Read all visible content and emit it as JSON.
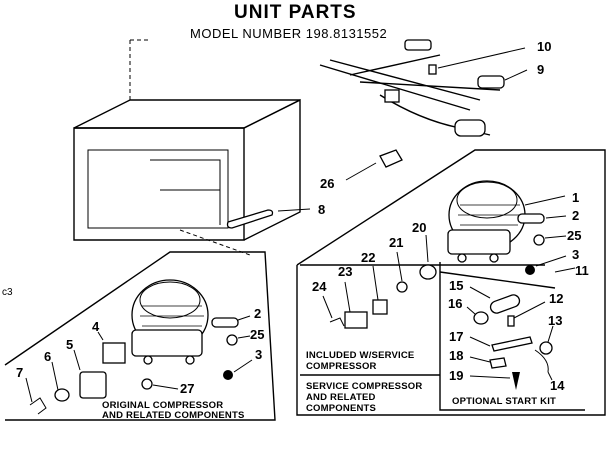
{
  "header": {
    "title": "UNIT PARTS",
    "model_line": "MODEL NUMBER 198.8131552"
  },
  "side_mark": "c3",
  "callouts": {
    "c10": "10",
    "c9": "9",
    "c26": "26",
    "c8": "8",
    "c1": "1",
    "c2a": "2",
    "c25a": "25",
    "c3a": "3",
    "c11": "11",
    "c20": "20",
    "c21": "21",
    "c22": "22",
    "c23": "23",
    "c24": "24",
    "c15": "15",
    "c16": "16",
    "c12": "12",
    "c13": "13",
    "c17": "17",
    "c18": "18",
    "c19": "19",
    "c14": "14",
    "c2b": "2",
    "c25b": "25",
    "c3b": "3",
    "c4": "4",
    "c5": "5",
    "c6": "6",
    "c7": "7",
    "c27": "27"
  },
  "captions": {
    "included_1": "INCLUDED W/SERVICE",
    "included_2": "COMPRESSOR",
    "service_1": "SERVICE COMPRESSOR",
    "service_2": "AND RELATED",
    "service_3": "COMPONENTS",
    "start_kit": "OPTIONAL START KIT",
    "original_1": "ORIGINAL COMPRESSOR",
    "original_2": "AND RELATED COMPONENTS"
  }
}
